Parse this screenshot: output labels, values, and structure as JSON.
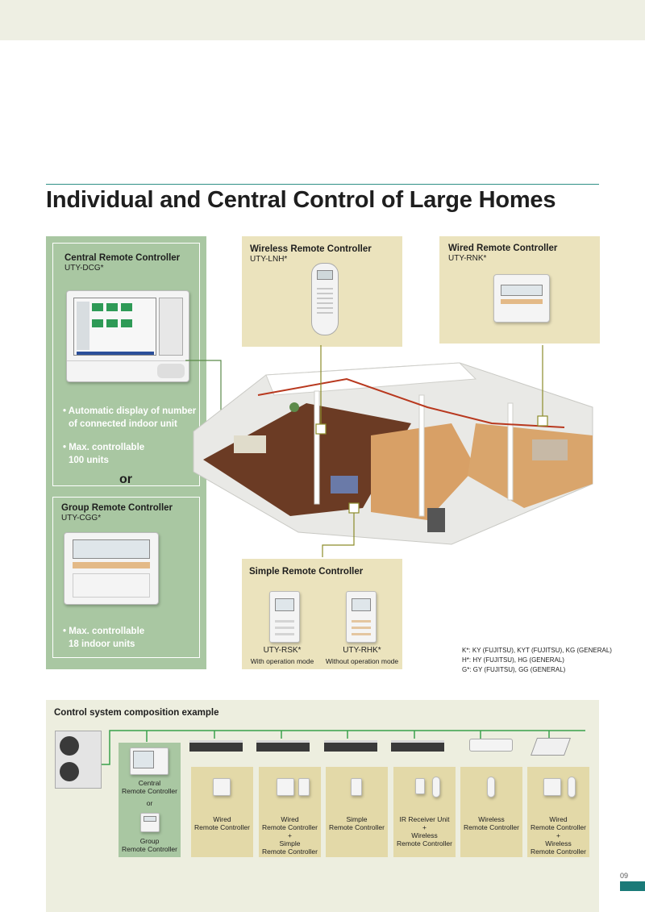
{
  "page_title": "Individual and Central Control of Large Homes",
  "central": {
    "title": "Central Remote Controller",
    "model": "UTY-DCG*",
    "bullets": [
      "• Automatic display of number",
      "of connected indoor unit",
      "• Max. controllable",
      "100   units"
    ]
  },
  "or_label": "or",
  "group": {
    "title": "Group Remote Controller",
    "model": "UTY-CGG*",
    "bullets": [
      "• Max. controllable",
      "18 indoor units"
    ]
  },
  "wireless": {
    "title": "Wireless Remote Controller",
    "model": "UTY-LNH*"
  },
  "wired": {
    "title": "Wired Remote Controller",
    "model": "UTY-RNK*"
  },
  "simple": {
    "title": "Simple Remote Controller",
    "items": [
      {
        "model": "UTY-RSK*",
        "desc": "With operation mode"
      },
      {
        "model": "UTY-RHK*",
        "desc": "Without operation mode"
      }
    ]
  },
  "notes": [
    "K*: KY (FUJITSU), KYT (FUJITSU), KG (GENERAL)",
    "H*: HY (FUJITSU), HG (GENERAL)",
    "G*: GY (FUJITSU), GG (GENERAL)"
  ],
  "composition": {
    "title": "Control system composition example",
    "central_label": [
      "Central",
      "Remote Controller"
    ],
    "or_label": "or",
    "group_label": [
      "Group",
      "Remote Controller"
    ],
    "cells": [
      [
        "Wired",
        "Remote Controller"
      ],
      [
        "Wired",
        "Remote Controller",
        "+",
        "Simple",
        "Remote Controller"
      ],
      [
        "Simple",
        "Remote Controller"
      ],
      [
        "IR Receiver Unit",
        "+",
        "Wireless",
        "Remote Controller"
      ],
      [
        "Wireless",
        "Remote Controller"
      ],
      [
        "Wired",
        "Remote Controller",
        "+",
        "Wireless",
        "Remote Controller"
      ]
    ]
  },
  "page_number": "09",
  "colors": {
    "accent": "#1a7a78",
    "green_panel": "#a9c7a2",
    "beige": "#ebe3bd",
    "connector": "#8c8c2a"
  }
}
